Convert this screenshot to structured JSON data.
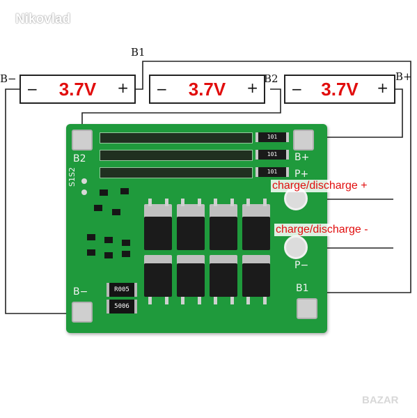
{
  "watermark": "Nikovlad",
  "corner_mark": "BAZAR",
  "wires": {
    "b_minus": "B−",
    "b1": "B1",
    "b2": "B2",
    "b_plus": "B+"
  },
  "cells": [
    {
      "minus": "−",
      "voltage": "3.7V",
      "plus": "+"
    },
    {
      "minus": "−",
      "voltage": "3.7V",
      "plus": "+"
    },
    {
      "minus": "−",
      "voltage": "3.7V",
      "plus": "+"
    }
  ],
  "board": {
    "pad_labels": {
      "b2": "B2",
      "b_plus": "B+",
      "p_plus": "P+",
      "b_minus": "B−",
      "b1": "B1",
      "p_minus": "P−"
    },
    "s1s2": "S1S2",
    "resistor_codes": [
      "101",
      "101",
      "101"
    ],
    "shunt_codes": [
      "R005",
      "5006"
    ]
  },
  "annotations": {
    "charge_plus": "charge/discharge +",
    "charge_minus": "charge/discharge -"
  },
  "colors": {
    "voltage_text": "#e10d0d",
    "pcb": "#1f9a3c",
    "wire": "#222222"
  }
}
